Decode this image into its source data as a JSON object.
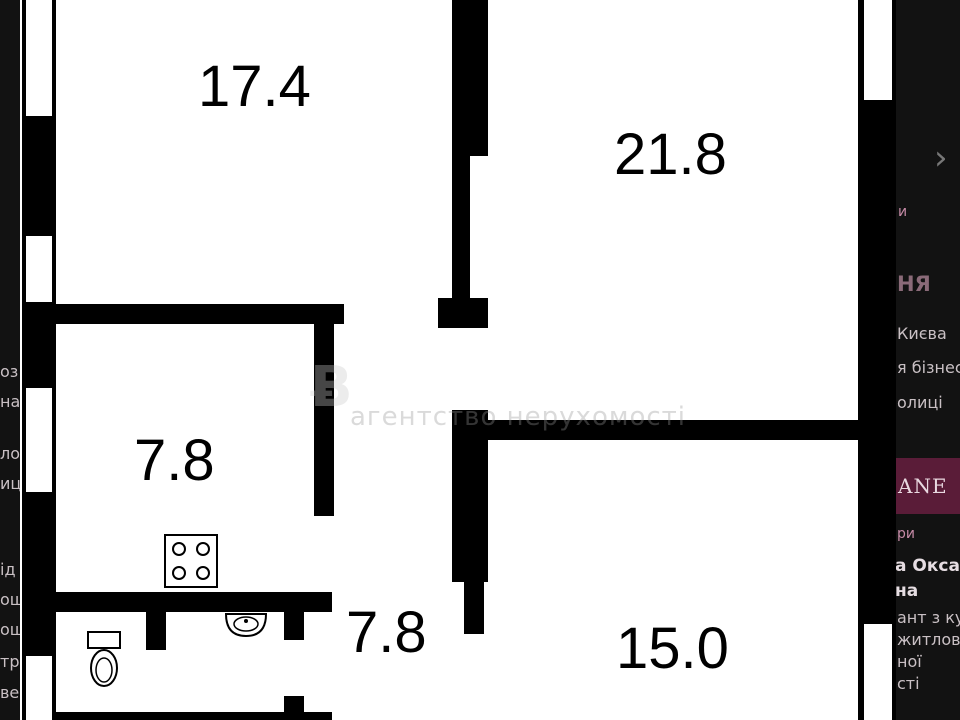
{
  "rooms": [
    {
      "id": "room-top-left",
      "area": "17.4"
    },
    {
      "id": "room-top-right",
      "area": "21.8"
    },
    {
      "id": "kitchen",
      "area": "7.8"
    },
    {
      "id": "hallway",
      "area": "7.8"
    },
    {
      "id": "room-bottom-right",
      "area": "15.0"
    }
  ],
  "watermark": {
    "text": "агентство нерухомості"
  },
  "sidebar": {
    "heading_fragment": "НЯ",
    "lines": [
      "Києва",
      "я бізнесу",
      "олиці"
    ],
    "brand_fragment": "ANE",
    "link_fragment": "ри",
    "name_lines": [
      "а Окса",
      "на"
    ],
    "desc_lines": [
      "ант з ку",
      "житлово",
      "ної",
      "сті"
    ],
    "top_link": "и",
    "left_lines": [
      "оз",
      "на",
      "ло",
      "иці",
      "ід",
      "оща",
      "оща",
      "тр",
      "ве"
    ]
  },
  "icons": [
    "stove-icon",
    "toilet-icon",
    "sink-icon",
    "chevron-right-icon"
  ]
}
